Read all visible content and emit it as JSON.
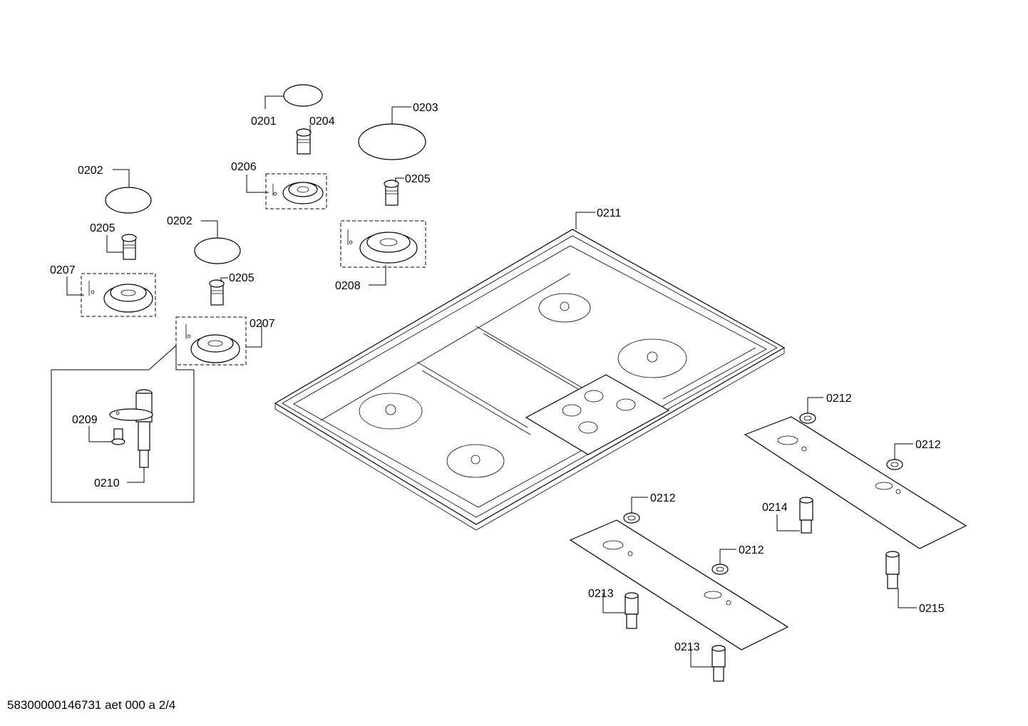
{
  "labels": {
    "l0201": "0201",
    "l0202a": "0202",
    "l0202b": "0202",
    "l0203": "0203",
    "l0204": "0204",
    "l0205a": "0205",
    "l0205b": "0205",
    "l0205c": "0205",
    "l0206": "0206",
    "l0207a": "0207",
    "l0207b": "0207",
    "l0208": "0208",
    "l0209": "0209",
    "l0210": "0210",
    "l0211": "0211",
    "l0212a": "0212",
    "l0212b": "0212",
    "l0212c": "0212",
    "l0212d": "0212",
    "l0213a": "0213",
    "l0213b": "0213",
    "l0214": "0214",
    "l0215": "0215"
  },
  "footer": "58300000146731 aet 000 a 2/4"
}
